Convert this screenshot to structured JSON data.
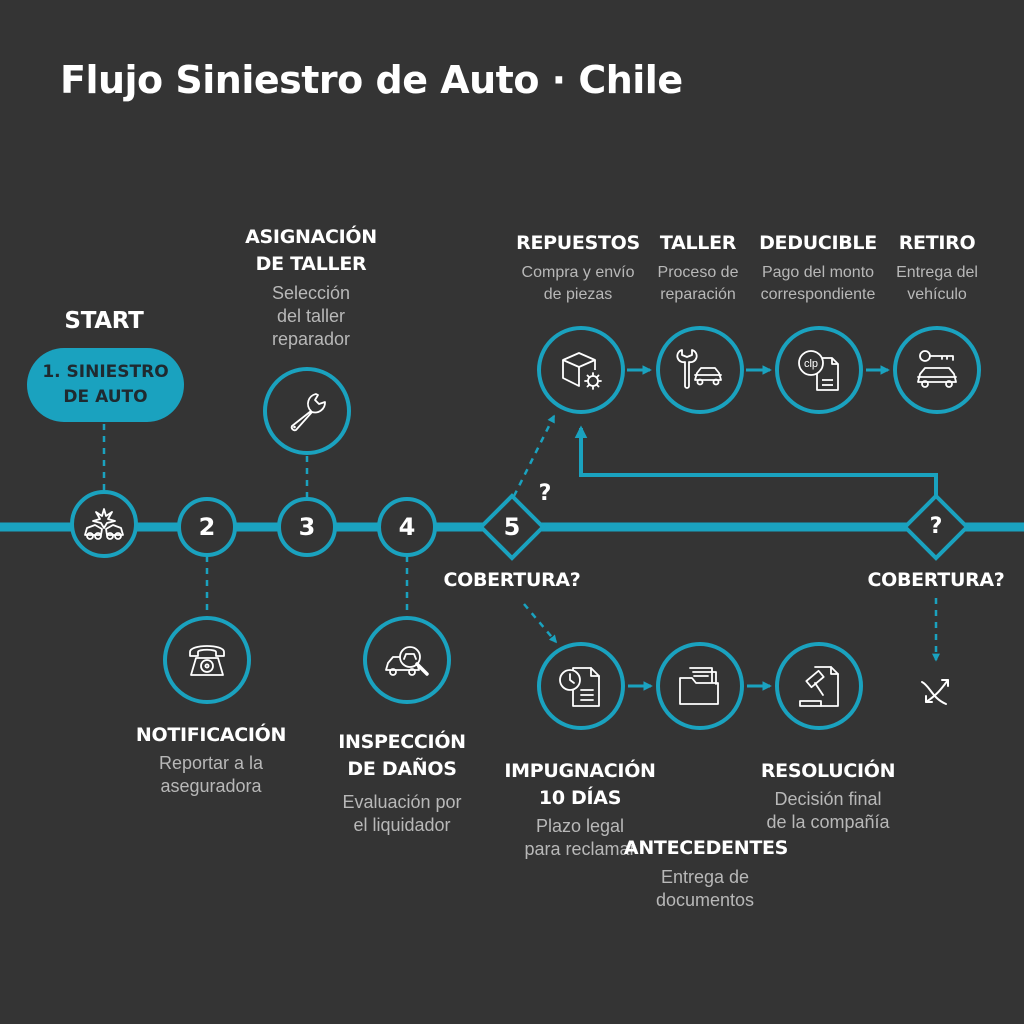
{
  "title": "Flujo Siniestro de Auto · Chile",
  "colors": {
    "background": "#343434",
    "accent": "#1aa2bf",
    "text": "#ffffff",
    "muted": "#b8b8b8"
  },
  "start": {
    "label": "START",
    "node": "1. SINIESTRO\nDE AUTO",
    "icon": "car-crash-icon"
  },
  "steps": {
    "notificacion": {
      "number": "2",
      "title": "NOTIFICACIÓN",
      "desc": "Reportar a la\naseguradora",
      "icon": "telephone-icon"
    },
    "taller_asignacion": {
      "number": "3",
      "title": "ASIGNACIÓN\nDE TALLER",
      "desc": "Selección\ndel taller\nreparador",
      "icon": "wrench-icon"
    },
    "inspeccion": {
      "number": "4",
      "title": "INSPECCIÓN\nDE DAÑOS",
      "desc": "Evaluación por\nel liquidador",
      "icon": "magnifier-car-icon"
    },
    "cobertura": {
      "number": "5",
      "question": "?",
      "label": "COBERTURA?"
    }
  },
  "approved": [
    {
      "title": "REPUESTOS",
      "desc": "Compra y envío\nde piezas",
      "icon": "box-gear-icon"
    },
    {
      "title": "TALLER",
      "desc": "Proceso de\nreparación",
      "icon": "wrench-car-icon"
    },
    {
      "title": "DEDUCIBLE",
      "desc": "Pago del monto\ncorrespondiente",
      "icon": "clp-document-icon",
      "icon_text": "clp"
    },
    {
      "title": "RETIRO",
      "desc": "Entrega del\nvehículo",
      "icon": "key-car-icon"
    }
  ],
  "rejected": [
    {
      "title": "IMPUGNACIÓN\n10 DÍAS",
      "desc": "Plazo legal\npara reclamar",
      "icon": "clock-document-icon"
    },
    {
      "title": "ANTECEDENTES",
      "desc": "Entrega de\ndocumentos",
      "icon": "folder-documents-icon"
    },
    {
      "title": "RESOLUCIÓN",
      "desc": "Decisión final\nde la compañía",
      "icon": "gavel-document-icon"
    }
  ],
  "second_decision": {
    "question": "?",
    "label": "COBERTURA?",
    "end_icon": "broken-arrows-icon"
  }
}
